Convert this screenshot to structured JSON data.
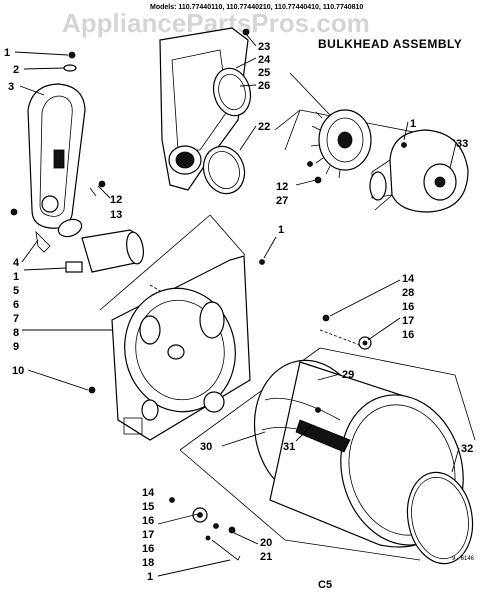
{
  "header": {
    "models": "Models: 110.77440110, 110.77440210, 110.77440410, 110.7740810",
    "watermark": "AppliancePartsPros.com",
    "title": "BULKHEAD ASSEMBLY"
  },
  "callouts": [
    "1",
    "2",
    "3",
    "4",
    "1",
    "5",
    "6",
    "7",
    "8",
    "9",
    "10",
    "12",
    "13",
    "23",
    "24",
    "25",
    "26",
    "22",
    "1",
    "33",
    "12",
    "27",
    "1",
    "14",
    "28",
    "16",
    "17",
    "16",
    "29",
    "30",
    "31",
    "32",
    "14",
    "15",
    "16",
    "17",
    "16",
    "18",
    "1",
    "20",
    "21"
  ],
  "footer": {
    "code": "9 - 6146",
    "page_mark": "C5"
  }
}
